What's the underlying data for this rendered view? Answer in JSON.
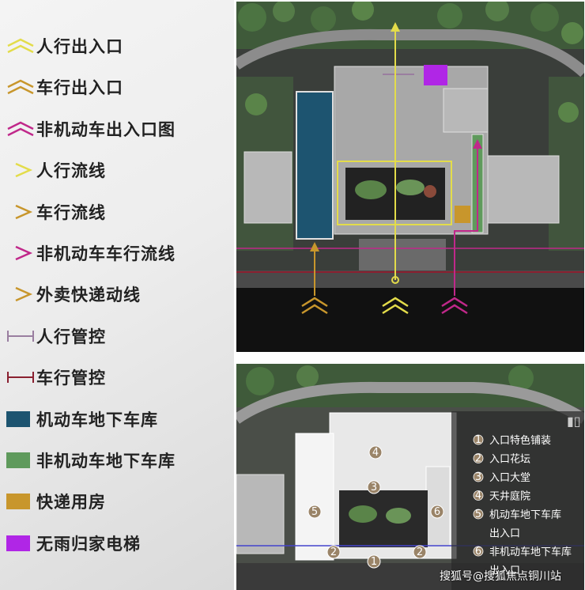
{
  "legend": {
    "items": [
      {
        "label": "人行出入口",
        "icon": "double-chevron-up-icon",
        "color": "#e3dc4a"
      },
      {
        "label": "车行出入口",
        "icon": "double-chevron-up-icon",
        "color": "#c8962c"
      },
      {
        "label": "非机动车出入口图",
        "icon": "double-chevron-up-icon",
        "color": "#c0288a"
      },
      {
        "label": "人行流线",
        "icon": "arrow-right-icon",
        "color": "#e3dc4a"
      },
      {
        "label": "车行流线",
        "icon": "arrow-right-icon",
        "color": "#c8962c"
      },
      {
        "label": "非机动车车行流线",
        "icon": "arrow-right-icon",
        "color": "#c0288a"
      },
      {
        "label": "外卖快递动线",
        "icon": "arrow-right-icon",
        "color": "#c8962c"
      },
      {
        "label": "人行管控",
        "icon": "barrier-line-icon",
        "color": "#9a7ea0"
      },
      {
        "label": "车行管控",
        "icon": "barrier-line-icon",
        "color": "#8a2030"
      },
      {
        "label": "机动车地下车库",
        "icon": "color-swatch",
        "color": "#1d5470"
      },
      {
        "label": "非机动车地下车库",
        "icon": "color-swatch",
        "color": "#5f9a5c"
      },
      {
        "label": "快递用房",
        "icon": "color-swatch",
        "color": "#c8962c"
      },
      {
        "label": "无雨归家电梯",
        "icon": "color-swatch",
        "color": "#b026e6"
      }
    ]
  },
  "bottom_map": {
    "markers": [
      "4",
      "3",
      "5",
      "6",
      "2",
      "2",
      "1"
    ],
    "numbered_list": [
      {
        "num": "1",
        "label": "入口特色铺装"
      },
      {
        "num": "2",
        "label": "入口花坛"
      },
      {
        "num": "3",
        "label": "入口大堂"
      },
      {
        "num": "4",
        "label": "天井庭院"
      },
      {
        "num": "5",
        "label": "机动车地下车库"
      },
      {
        "num": "",
        "label": "出入口"
      },
      {
        "num": "6",
        "label": "非机动车地下车库"
      },
      {
        "num": "",
        "label": "出入口"
      }
    ]
  },
  "watermark": "搜狐号@搜狐焦点铜川站"
}
